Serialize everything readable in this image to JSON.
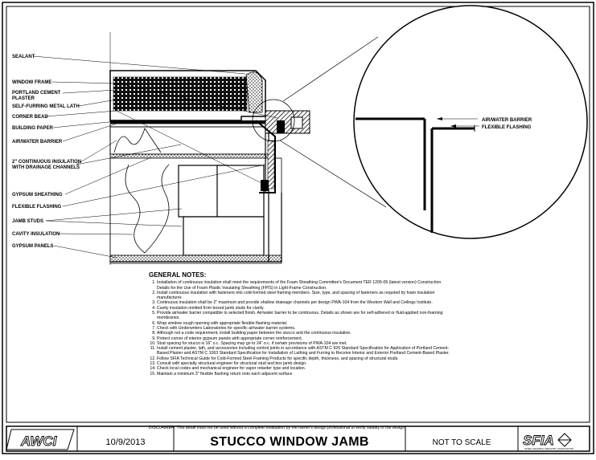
{
  "labels": {
    "left": [
      "SEALANT",
      "WINDOW FRAME",
      "PORTLAND CEMENT",
      "PLASTER",
      "SELF-FURRING METAL LATH",
      "CORNER BEAD",
      "BUILDING PAPER",
      "AIR/WATER BARRIER",
      "2\" CONTINUOUS INSULATION",
      "WITH DRAINAGE CHANNELS",
      "GYPSUM SHEATHING",
      "FLEXIBLE FLASHING",
      "JAMB STUDS",
      "CAVITY INSULATION",
      "GYPSUM PANELS"
    ],
    "detail": [
      "AIR/WATER BARRIER",
      "FLEXIBLE FLASHING"
    ]
  },
  "notes": {
    "title": "GENERAL NOTES:",
    "items": [
      "Installation of continuous insulation shall meet the requirements of the Foam Sheathing Committee's Document TER 1205-05 (latest version) Construction Details for the Use of Foam Plastic Insulating Sheathing (FPIS) in Light-Frame Construction.",
      "Install continuous insulation with fasteners into cold-formed steel framing members. Size, type, and spacing of fasteners as required by foam insulation manufacturer.",
      "Continuous insulation shall be 2\" maximum and provide shallow drainage channels per design PWA-104 from the Western Wall and Ceilings Institute.",
      "Cavity insulation omitted from boxed jamb studs for clarity.",
      "Provide air/water barrier compatible to selected finish. Air/water barrier to be continuous. Details as shown are for self-adhered or fluid-applied non-foaming membranes.",
      "Wrap window rough opening with appropriate flexible flashing material.",
      "Check with Underwriters Laboratories for specific air/water barrier systems.",
      "Although not a code requirement, install building paper between the stucco and the continuous insulation.",
      "Protect corner of interior gypsum panels with appropriate corner reinforcement.",
      "Stud spacing for stucco is 16\" o.c. Spacing may go to 24\" o.c. if certain provisions of PWA-104 are met.",
      "Install cement plaster, lath, and accessories including control joints in accordance with ASTM C 926 Standard Specification for Application of Portland Cement-Based Plaster and ASTM C 1063 Standard Specification for Installation of Lathing and Furring to Receive Interior and Exterior Portland Cement-Based Plaster.",
      "Follow SFIA Technical Guide for Cold-Formed Steel Framing Products for specific depth, thickness, and spacing of structural studs.",
      "Consult with specialty structural engineer for structural stud and box jamb design.",
      "Check local codes and mechanical engineer for vapor retarder type and location.",
      "Maintain a minimum 3\" flexible flashing return onto each adjacent surface."
    ],
    "disclaimer": "DISCLAIMER: This detail must not be used without a complete evaluation by the owner's design professional to verify validity of the design."
  },
  "title_block": {
    "logo_left": "AWCI",
    "date": "10/9/2013",
    "title": "STUCCO WINDOW JAMB",
    "scale": "NOT TO SCALE",
    "logo_right": "SFIA",
    "logo_right_sub": "STEEL FRAMING INDUSTRY ASSOCIATION"
  }
}
